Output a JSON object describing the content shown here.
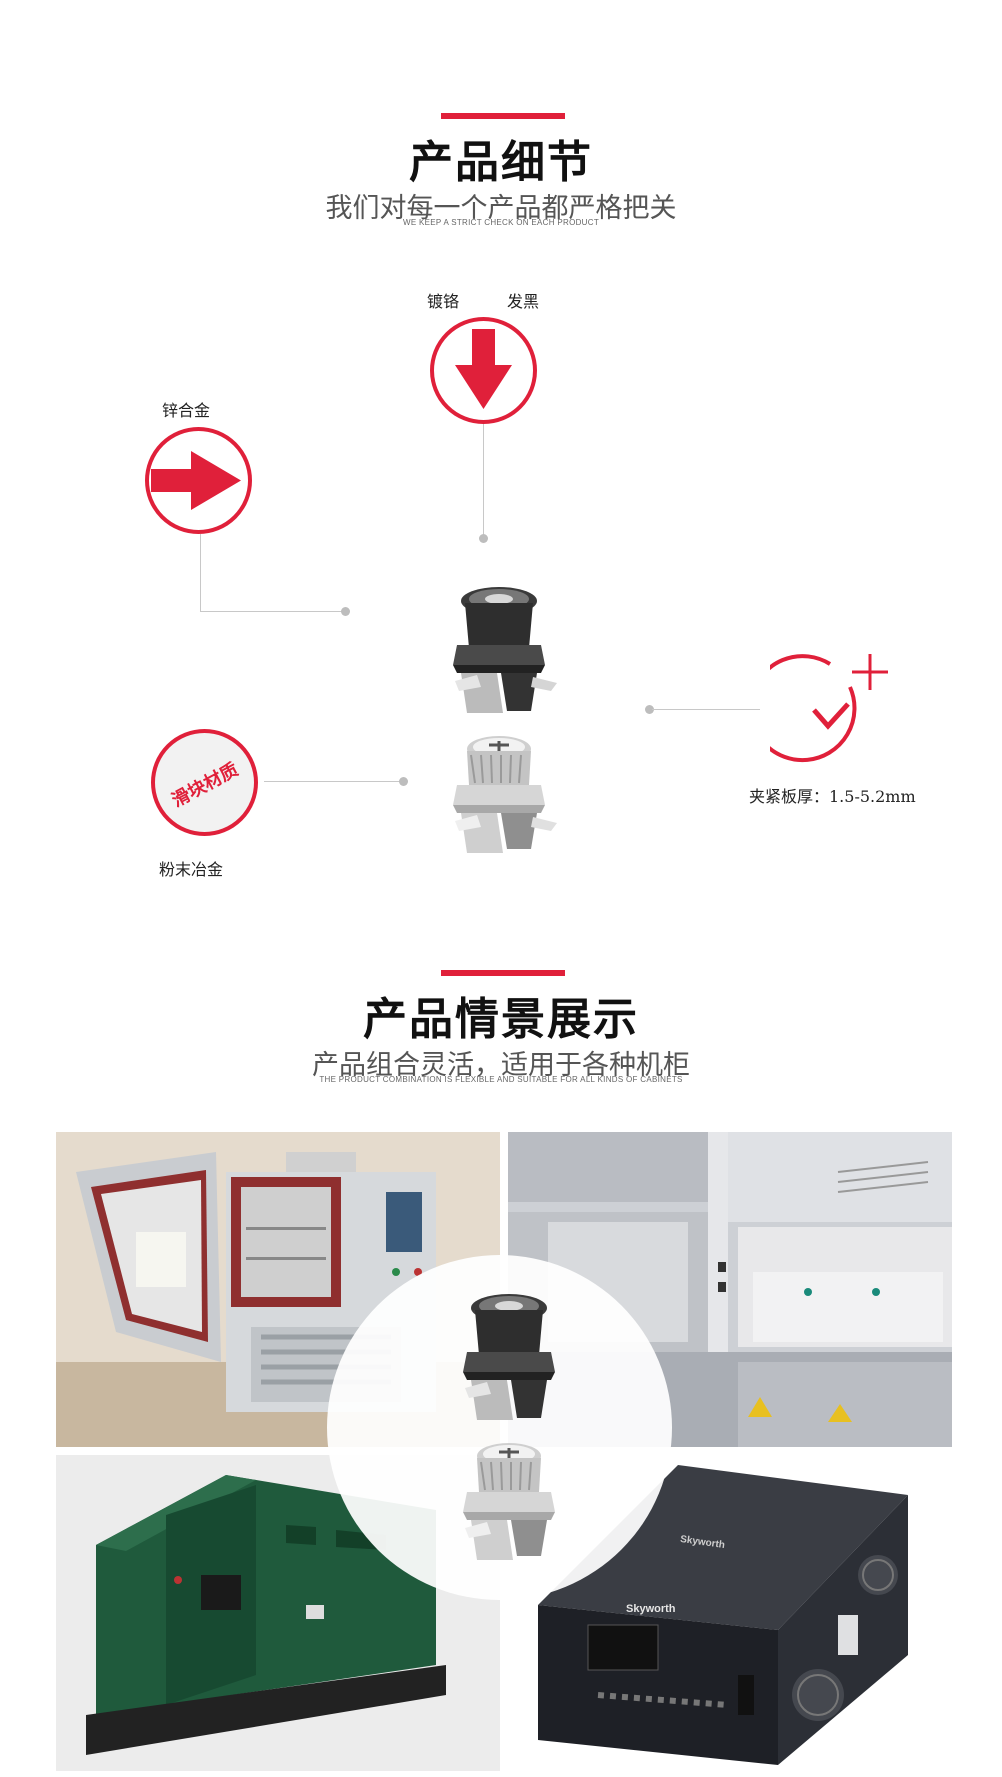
{
  "section1": {
    "title": "产品细节",
    "subtitle": "我们对每一个产品都严格把关",
    "subtitle_en": "WE KEEP A STRICT CHECK ON EACH PRODUCT"
  },
  "details": {
    "top_label_a": "镀铬",
    "top_label_b": "发黑",
    "left_label": "锌合金",
    "stamp_text": "滑块材质",
    "stamp_caption": "粉末冶金",
    "right_caption": "夹紧板厚：1.5-5.2mm"
  },
  "section2": {
    "title": "产品情景展示",
    "subtitle": "产品组合灵活，适用于各种机柜",
    "subtitle_en": "THE PRODUCT COMBINATION IS FLEXIBLE AND SUITABLE FOR ALL KINDS OF CABINETS"
  },
  "scenes": {
    "brand_text": "Skyworth"
  },
  "colors": {
    "accent": "#e0203a",
    "connector_line": "#c8c8c8"
  }
}
